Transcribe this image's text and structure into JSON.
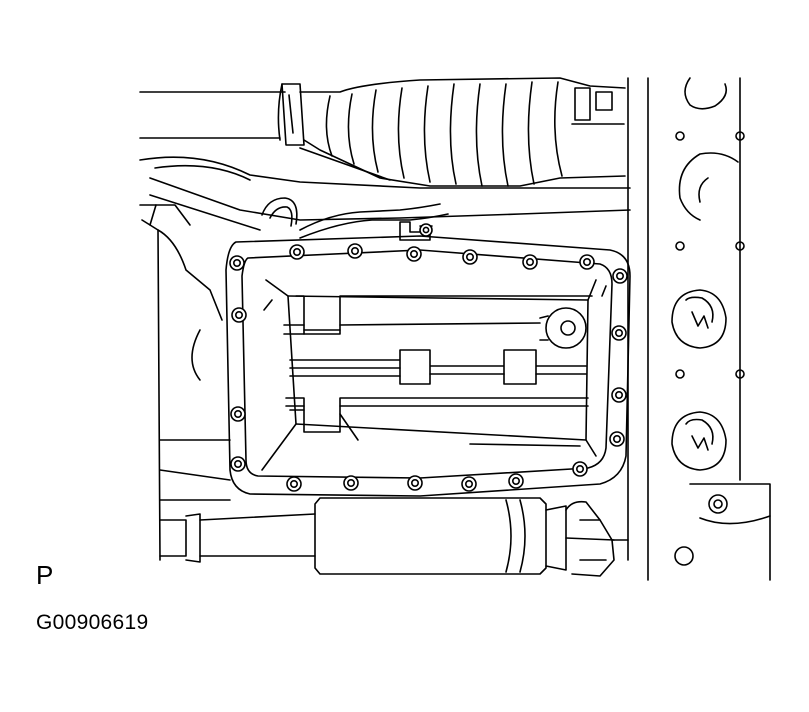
{
  "figure": {
    "view_label": "P",
    "figure_code": "G00906619"
  },
  "colors": {
    "line": "#000000",
    "background": "#ffffff"
  },
  "bolt_count": 21
}
